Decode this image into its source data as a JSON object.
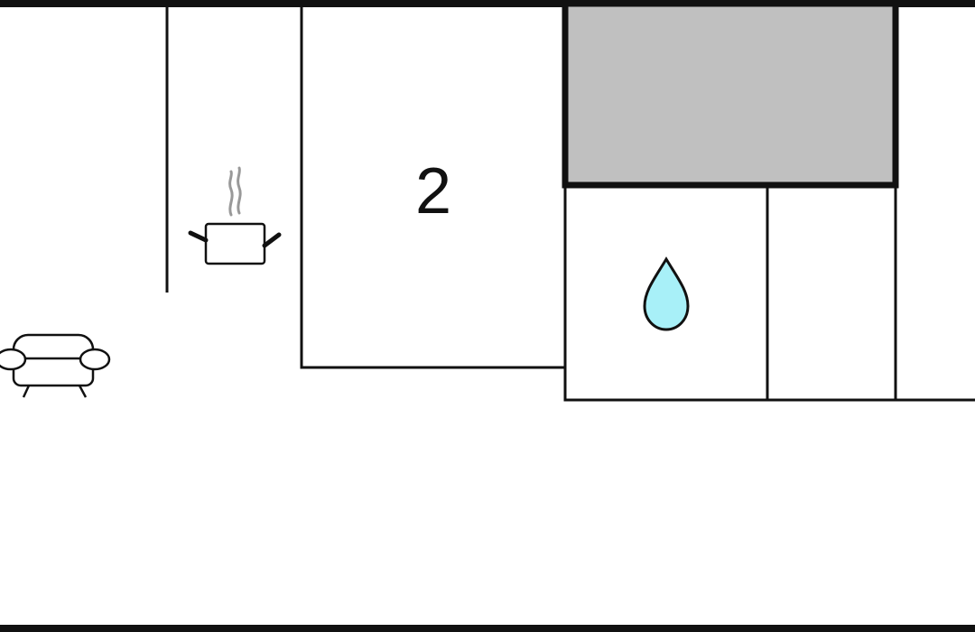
{
  "floorplan": {
    "rooms": [
      {
        "id": "bedroom",
        "label": "2"
      }
    ],
    "icons": [
      {
        "name": "kitchen-pot-icon",
        "meaning": "kitchen"
      },
      {
        "name": "water-drop-icon",
        "meaning": "bathroom"
      },
      {
        "name": "sofa-icon",
        "meaning": "living area"
      }
    ],
    "colors": {
      "wall": "#111111",
      "fill_shaded": "#c0c0c0",
      "water": "#a8f0f8",
      "steam": "#999999",
      "background": "#ffffff"
    }
  }
}
